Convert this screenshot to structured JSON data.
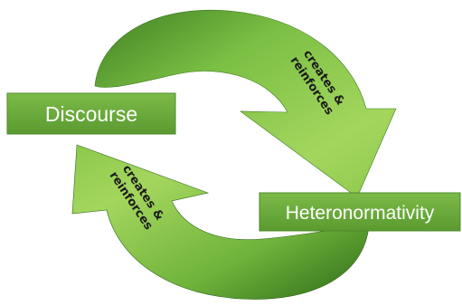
{
  "diagram": {
    "nodes": {
      "discourse": "Discourse",
      "heteronormativity": "Heteronormativity"
    },
    "arrows": {
      "top": {
        "line1": "creates &",
        "line2": "reinforces"
      },
      "bottom": {
        "line1": "creates &",
        "line2": "reinforces"
      }
    },
    "colors": {
      "arrow_light": "#a4d65e",
      "arrow_mid": "#6fb33b",
      "arrow_dark": "#3f7f22",
      "box_fill": "#6aaa3a",
      "box_border": "#4e8a2a",
      "label_text": "#ffffff",
      "arrow_text": "#1b1b1b"
    }
  }
}
